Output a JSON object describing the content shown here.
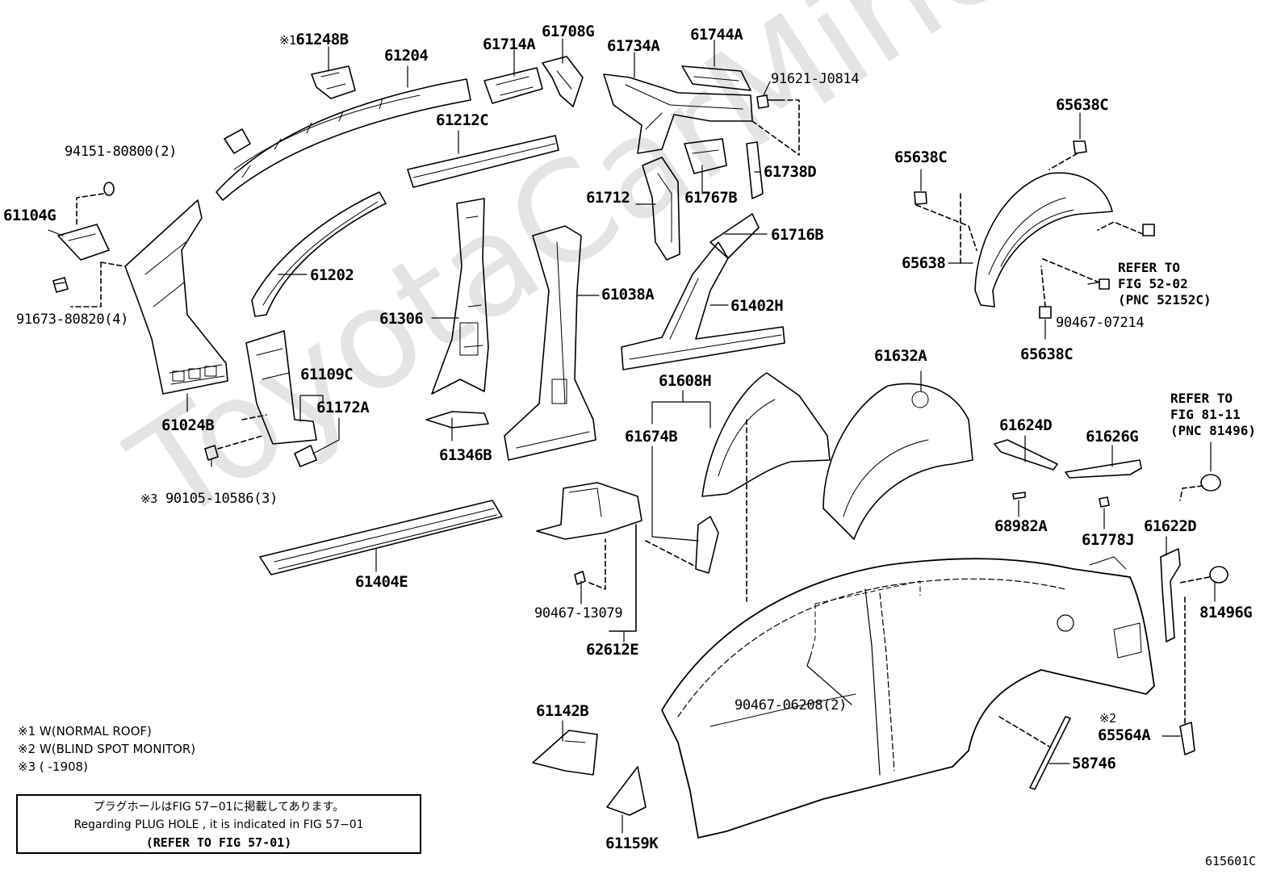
{
  "watermark": "ToyotaCarMiner.ru",
  "labels": {
    "p61248B_mark": "※1",
    "p61248B": "61248B",
    "p61204": "61204",
    "p61714A": "61714A",
    "p61708G": "61708G",
    "p61734A": "61734A",
    "p61744A": "61744A",
    "p91621": "91621-J0814",
    "p61212C": "61212C",
    "p94151": "94151-80800(2)",
    "p61104G": "61104G",
    "p91673": "91673-80820(4)",
    "p61024B": "61024B",
    "p61202": "61202",
    "p61306": "61306",
    "p61038A": "61038A",
    "p61109C": "61109C",
    "p61172A": "61172A",
    "p61346B": "61346B",
    "p90105_mark": "※3",
    "p90105": "90105-10586(3)",
    "p61712": "61712",
    "p61767B": "61767B",
    "p61738D": "61738D",
    "p61716B": "61716B",
    "p61402H": "61402H",
    "p65638C_top": "65638C",
    "p65638C_left": "65638C",
    "p65638": "65638",
    "p90467_07214": "90467-07214",
    "p65638C_bottom": "65638C",
    "p61608H": "61608H",
    "p61674B": "61674B",
    "p61632A": "61632A",
    "p61624D": "61624D",
    "p61626G": "61626G",
    "p68982A": "68982A",
    "p61778J": "61778J",
    "p61622D": "61622D",
    "p81496G": "81496G",
    "p61404E": "61404E",
    "p90467_13079": "90467-13079",
    "p62612E": "62612E",
    "p90467_06208": "90467-06208(2)",
    "p61142B": "61142B",
    "p61159K": "61159K",
    "p65564A_mark": "※2",
    "p65564A": "65564A",
    "p58746": "58746"
  },
  "refs": {
    "fig52_line1": "REFER TO",
    "fig52_line2": "FIG 52-02",
    "fig52_line3": "(PNC 52152C)",
    "fig81_line1": "REFER TO",
    "fig81_line2": "FIG 81-11",
    "fig81_line3": "(PNC 81496)"
  },
  "notes": {
    "n1": "※1 W(NORMAL ROOF)",
    "n2": "※2 W(BLIND SPOT MONITOR)",
    "n3": "※3 (      -1908)"
  },
  "note_box": {
    "line_jp": "プラグホールはFIG 57−01に掲載してあります。",
    "line_en": "Regarding  PLUG  HOLE , it is indicated in  FIG  57−01",
    "line_ref": "(REFER TO FIG 57-01)"
  },
  "figure_code": "615601C"
}
